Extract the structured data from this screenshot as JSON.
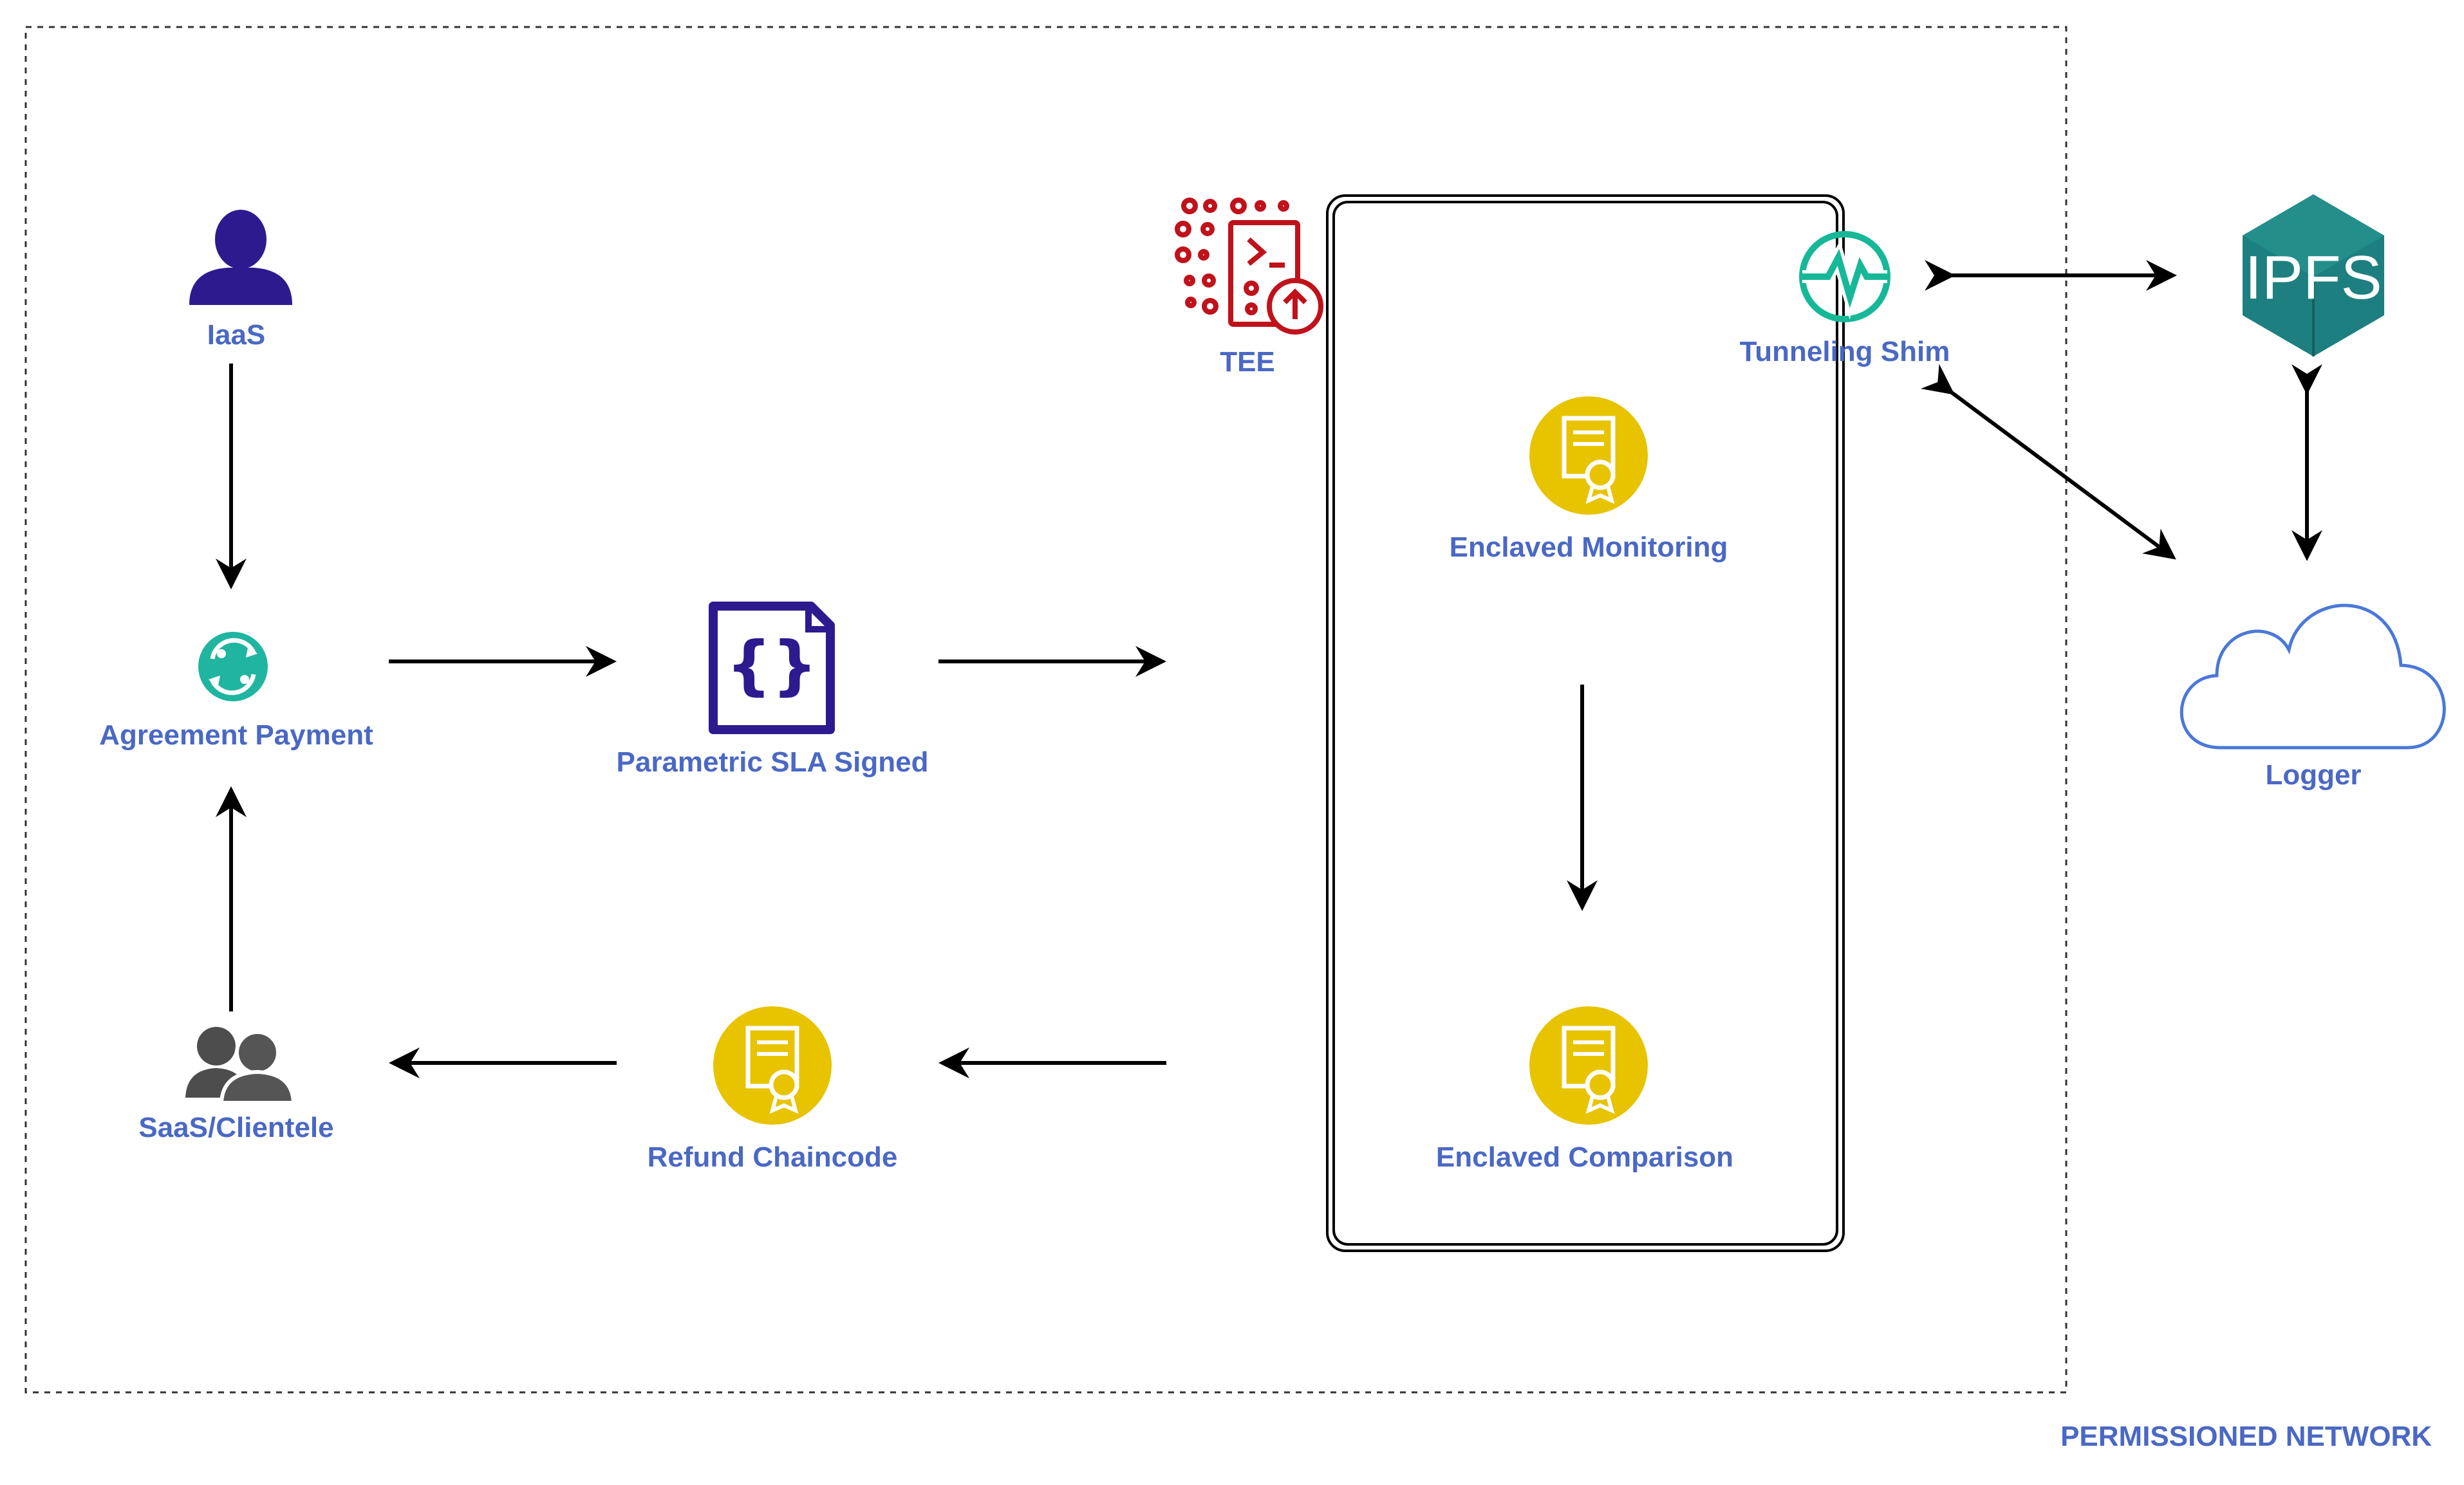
{
  "diagram": {
    "region_label": "PERMISSIONED NETWORK",
    "label_color": "#4a68c4",
    "nodes": {
      "iaas": {
        "label": "IaaS",
        "icon": "user-icon",
        "color": "#2c1a8e"
      },
      "agreement": {
        "label": "Agreement Payment",
        "icon": "sync-exchange-icon",
        "color": "#1fb5a0"
      },
      "sla": {
        "label": "Parametric SLA Signed",
        "icon": "code-file-icon",
        "color": "#2c1a8e"
      },
      "tee": {
        "label": "TEE",
        "icon": "tee-script-upload-icon",
        "color": "#c0121b"
      },
      "shim": {
        "label": "Tunneling Shim",
        "icon": "heartbeat-icon",
        "color": "#17b897"
      },
      "ipfs": {
        "label": "IPFS",
        "icon": "ipfs-hexagon-logo",
        "color": "#1d7f7f"
      },
      "logger": {
        "label": "Logger",
        "icon": "cloud-icon",
        "color": "#4a78d8"
      },
      "monitoring": {
        "label": "Enclaved Monitoring",
        "icon": "certificate-icon",
        "color": "#e8c300"
      },
      "comparison": {
        "label": "Enclaved Comparison",
        "icon": "certificate-icon",
        "color": "#e8c300"
      },
      "refund": {
        "label": "Refund Chaincode",
        "icon": "certificate-icon",
        "color": "#e8c300"
      },
      "saas": {
        "label": "SaaS/Clientele",
        "icon": "users-icon",
        "color": "#555555"
      }
    }
  }
}
